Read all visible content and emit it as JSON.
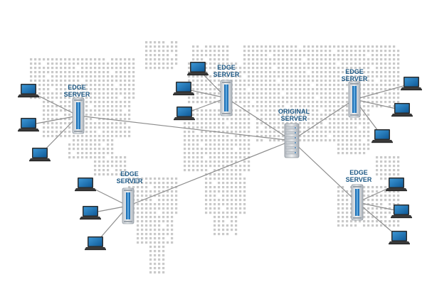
{
  "colors": {
    "map_dot": "#c9c9c9",
    "link_line": "#8d8d8d",
    "label_text": "#1f5a86",
    "laptop_screen": "#1672b8",
    "laptop_body": "#2d2d2d",
    "server_body": "#d9dde2",
    "server_accent": "#1f6fb2"
  },
  "nodes": {
    "origin": {
      "label_1": "ORIGINAL",
      "label_2": "SERVER",
      "icon": "rack-server-icon"
    },
    "edge_west": {
      "label_1": "EDGE",
      "label_2": "SERVER",
      "icon": "tower-server-icon"
    },
    "edge_north": {
      "label_1": "EDGE",
      "label_2": "SERVER",
      "icon": "tower-server-icon"
    },
    "edge_east": {
      "label_1": "EDGE",
      "label_2": "SERVER",
      "icon": "tower-server-icon"
    },
    "edge_southwest": {
      "label_1": "EDGE",
      "label_2": "SERVER",
      "icon": "tower-server-icon"
    },
    "edge_southeast": {
      "label_1": "EDGE",
      "label_2": "SERVER",
      "icon": "tower-server-icon"
    }
  },
  "clients": {
    "icon": "laptop-icon",
    "per_edge_server": 3
  }
}
